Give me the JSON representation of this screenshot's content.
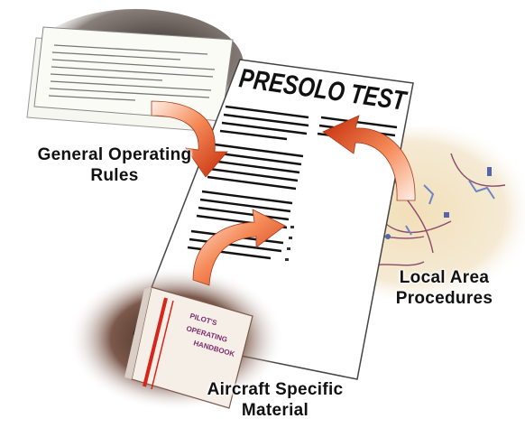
{
  "test_sheet": {
    "title": "PRESOLO TEST"
  },
  "labels": {
    "general_operating_rules": [
      "General Operating",
      "Rules"
    ],
    "local_area_procedures": [
      "Local Area",
      "Procedures"
    ],
    "aircraft_specific_material": [
      "Aircraft Specific",
      "Material"
    ]
  },
  "handbook": {
    "cover_lines": [
      "PILOT'S",
      "OPERATING",
      "HANDBOOK"
    ]
  },
  "colors": {
    "arrow_light": "#ffe6d8",
    "arrow_mid": "#f0723a",
    "arrow_dark": "#c42a08",
    "ink": "#111111",
    "book_cover": "#f6efe8",
    "book_stripe": "#d8241a",
    "shadow": "#4a2a1c",
    "map_land": "#efe2c4",
    "map_roads": "#8a4b6a",
    "map_water": "#6c86c4"
  }
}
